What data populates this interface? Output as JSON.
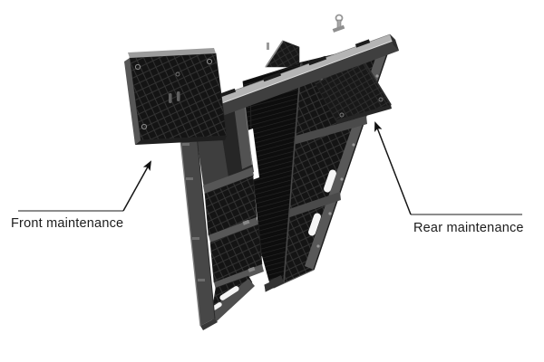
{
  "figure": {
    "type": "technical-illustration",
    "subject": "LED display cabinet exploded view showing module maintenance access",
    "labels": {
      "front": "Front maintenance",
      "rear": "Rear maintenance"
    },
    "colors": {
      "background": "#ffffff",
      "text": "#1c1c1c",
      "leader_line": "#8c8c8c",
      "arrow_line": "#1a1a1a",
      "module_dark": "#141414",
      "hatch_line": "#343434",
      "frame_gray": "#4a4a4a",
      "beam_light": "#b4b4b4"
    }
  }
}
